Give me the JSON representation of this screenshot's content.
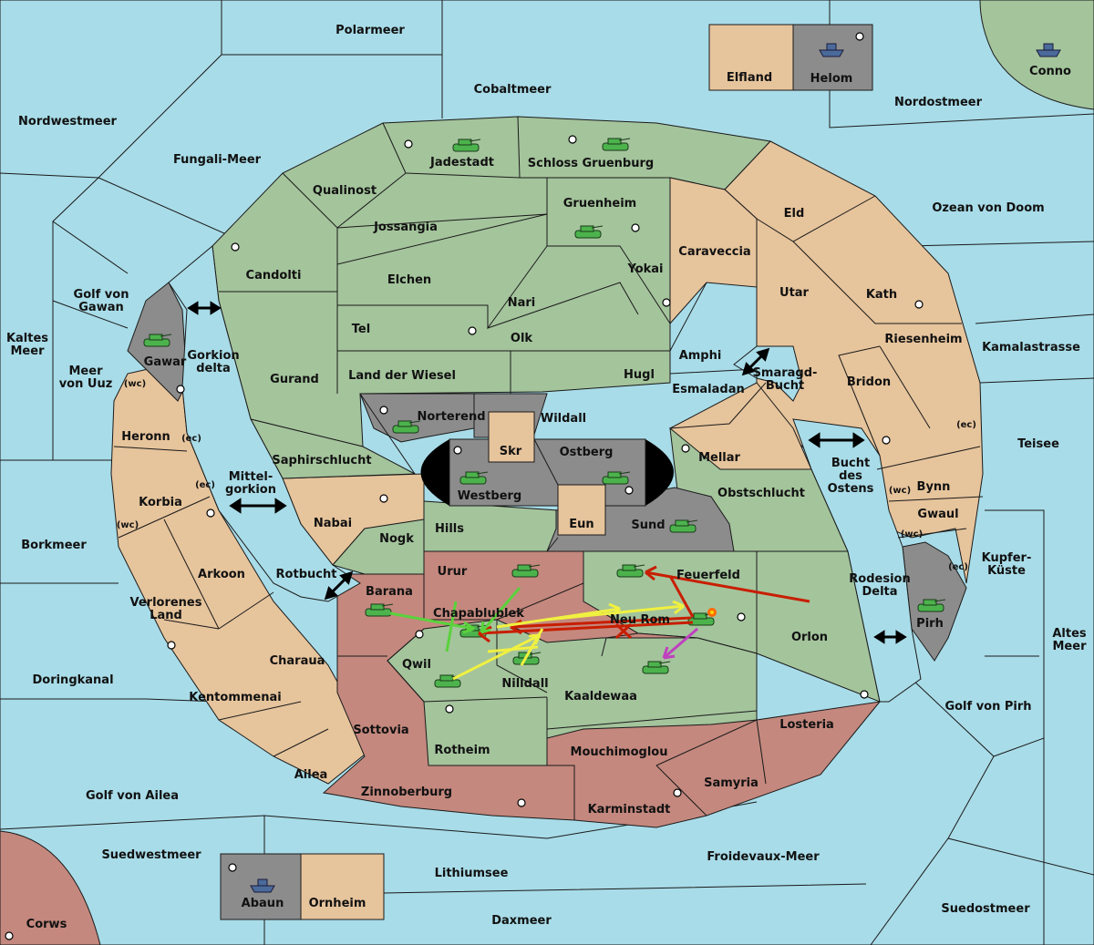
{
  "colors": {
    "sea": "#a8dce8",
    "green": "#a4c49c",
    "tan": "#e6c49c",
    "red": "#c4887e",
    "gray": "#8c8c8c",
    "black": "#000000"
  },
  "labels": {
    "polarmeer": "Polarmeer",
    "cobaltmeer": "Cobaltmeer",
    "nordwestmeer": "Nordwestmeer",
    "fungali": "Fungali-Meer",
    "nordostmeer": "Nordostmeer",
    "elfland": "Elfland",
    "helom": "Helom",
    "conno": "Conno",
    "jadestadt": "Jadestadt",
    "schloss": "Schloss Gruenburg",
    "qualinost": "Qualinost",
    "jossangia": "Jossangia",
    "gruenheim": "Gruenheim",
    "eld": "Eld",
    "ozean_doom": "Ozean von Doom",
    "caraveccia": "Caraveccia",
    "candolti": "Candolti",
    "elchen": "Elchen",
    "yokai": "Yokai",
    "utar": "Utar",
    "kath": "Kath",
    "golf_gawan": "Golf von Gawan",
    "nari": "Nari",
    "tel": "Tel",
    "olk": "Olk",
    "riesenheim": "Riesenheim",
    "kamalastrasse": "Kamalastrasse",
    "kaltes": "Kaltes Meer",
    "gawar": "Gawar",
    "gorkion": "Gorkion delta",
    "amphi": "Amphi",
    "smaragd": "Smaragd-Bucht",
    "meer_uuz": "Meer von Uuz",
    "gurand": "Gurand",
    "land_wiesel": "Land der Wiesel",
    "hugl": "Hugl",
    "bridon": "Bridon",
    "esmaladan": "Esmaladan",
    "norterend": "Norterend",
    "wildall": "Wildall",
    "heronn": "Heronn",
    "skr": "Skr",
    "teisee": "Teisee",
    "ostberg": "Ostberg",
    "mellar": "Mellar",
    "saphirschlucht": "Saphirschlucht",
    "bucht_ostens": "Bucht des Ostens",
    "mittelgorkion": "Mittel-gorkion",
    "westberg": "Westberg",
    "bynn": "Bynn",
    "obstschlucht": "Obstschlucht",
    "korbia": "Korbia",
    "nabai": "Nabai",
    "hills": "Hills",
    "eun": "Eun",
    "sund": "Sund",
    "gwaul": "Gwaul",
    "nogk": "Nogk",
    "borkmeer": "Borkmeer",
    "kupfer": "Kupfer-Küste",
    "urur": "Urur",
    "feuerfeld": "Feuerfeld",
    "rotbucht": "Rotbucht",
    "arkoon": "Arkoon",
    "rodesion": "Rodesion Delta",
    "barana": "Barana",
    "chapablublek": "Chapablublek",
    "verlorenes": "Verlorenes Land",
    "neu_rom": "Neu Rom",
    "pirh": "Pirh",
    "orlon": "Orlon",
    "altes": "Altes Meer",
    "qwil": "Qwil",
    "charaua": "Charaua",
    "nilldall": "Nilldall",
    "doringkanal": "Doringkanal",
    "kaaldewaa": "Kaaldewaa",
    "kentommenai": "Kentommenai",
    "golf_pirh": "Golf von Pirh",
    "sottovia": "Sottovia",
    "losteria": "Losteria",
    "rotheim": "Rotheim",
    "mouchimoglou": "Mouchimoglou",
    "ailea": "Ailea",
    "samyria": "Samyria",
    "golf_ailea": "Golf von Ailea",
    "zinnoberburg": "Zinnoberburg",
    "karminstadt": "Karminstadt",
    "suedwestmeer": "Suedwestmeer",
    "froidevaux": "Froidevaux-Meer",
    "lithiumsee": "Lithiumsee",
    "suedostmeer": "Suedostmeer",
    "abaun": "Abaun",
    "ornheim": "Ornheim",
    "daxmeer": "Daxmeer",
    "corws": "Corws"
  },
  "coasts": {
    "wc": "(wc)",
    "ec": "(ec)"
  }
}
